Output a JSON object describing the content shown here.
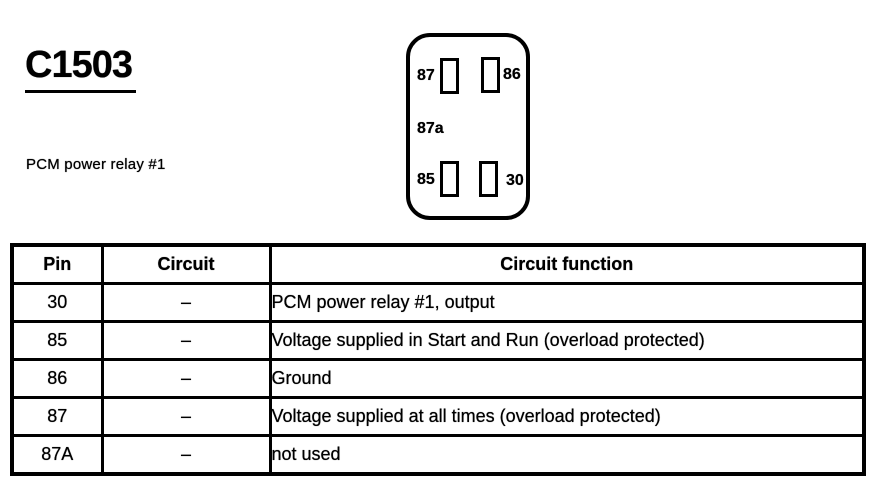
{
  "header": {
    "connector_id": "C1503",
    "description": "PCM power relay #1"
  },
  "diagram": {
    "name": "relay-socket-face",
    "pins": [
      {
        "label": "87",
        "position": "top-left",
        "has_slot": true
      },
      {
        "label": "86",
        "position": "top-right",
        "has_slot": true
      },
      {
        "label": "87a",
        "position": "middle-left",
        "has_slot": false
      },
      {
        "label": "85",
        "position": "bottom-left",
        "has_slot": true
      },
      {
        "label": "30",
        "position": "bottom-right",
        "has_slot": true
      }
    ]
  },
  "table": {
    "headers": [
      "Pin",
      "Circuit",
      "Circuit function"
    ],
    "rows": [
      {
        "pin": "30",
        "circuit": "–",
        "function": "PCM power relay #1, output"
      },
      {
        "pin": "85",
        "circuit": "–",
        "function": "Voltage supplied in Start and Run (overload protected)"
      },
      {
        "pin": "86",
        "circuit": "–",
        "function": "Ground"
      },
      {
        "pin": "87",
        "circuit": "–",
        "function": "Voltage supplied at all times (overload protected)"
      },
      {
        "pin": "87A",
        "circuit": "–",
        "function": "not used"
      }
    ]
  },
  "colors": {
    "ink": "#000000",
    "background": "#ffffff"
  }
}
